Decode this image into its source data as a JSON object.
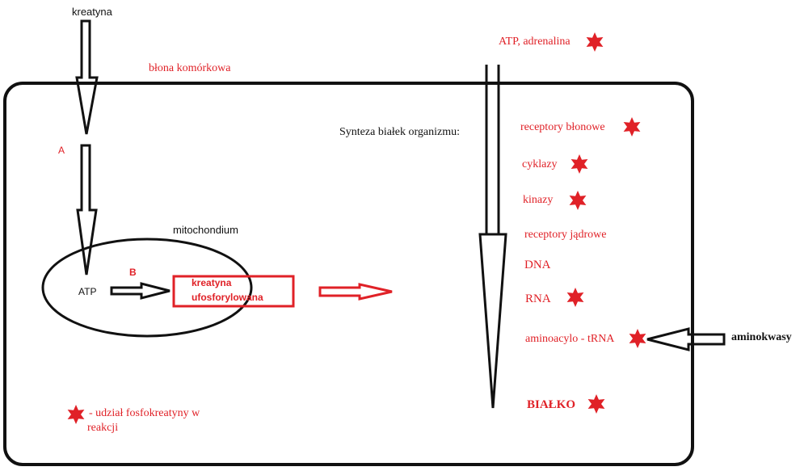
{
  "colors": {
    "accent": "#e02127",
    "ink": "#111111",
    "star": "#e02127"
  },
  "labels": {
    "kreatyna": "kreatyna",
    "blona": "błona komórkowa",
    "a": "A",
    "b": "B",
    "mitochondium": "mitochondium",
    "atp": "ATP",
    "kreatyna_ufo_1": "kreatyna",
    "kreatyna_ufo_2": "ufosforylowana",
    "legend_1": "- udział fosfokreatyny w",
    "legend_2": "reakcji",
    "synteza": "Synteza białek organizmu:",
    "aminokwasy": "aminokwasy"
  },
  "pathway": [
    {
      "label": "ATP, adrenalina",
      "star": true
    },
    {
      "label": "receptory błonowe",
      "star": true
    },
    {
      "label": "cyklazy",
      "star": true
    },
    {
      "label": "kinazy",
      "star": true
    },
    {
      "label": "receptory jądrowe",
      "star": false
    },
    {
      "label": "DNA",
      "star": false
    },
    {
      "label": "RNA",
      "star": true
    },
    {
      "label": "aminoacylo - tRNA",
      "star": true
    },
    {
      "label": "BIAŁKO",
      "star": true
    }
  ],
  "icons": {
    "marker": "red-star-icon"
  }
}
